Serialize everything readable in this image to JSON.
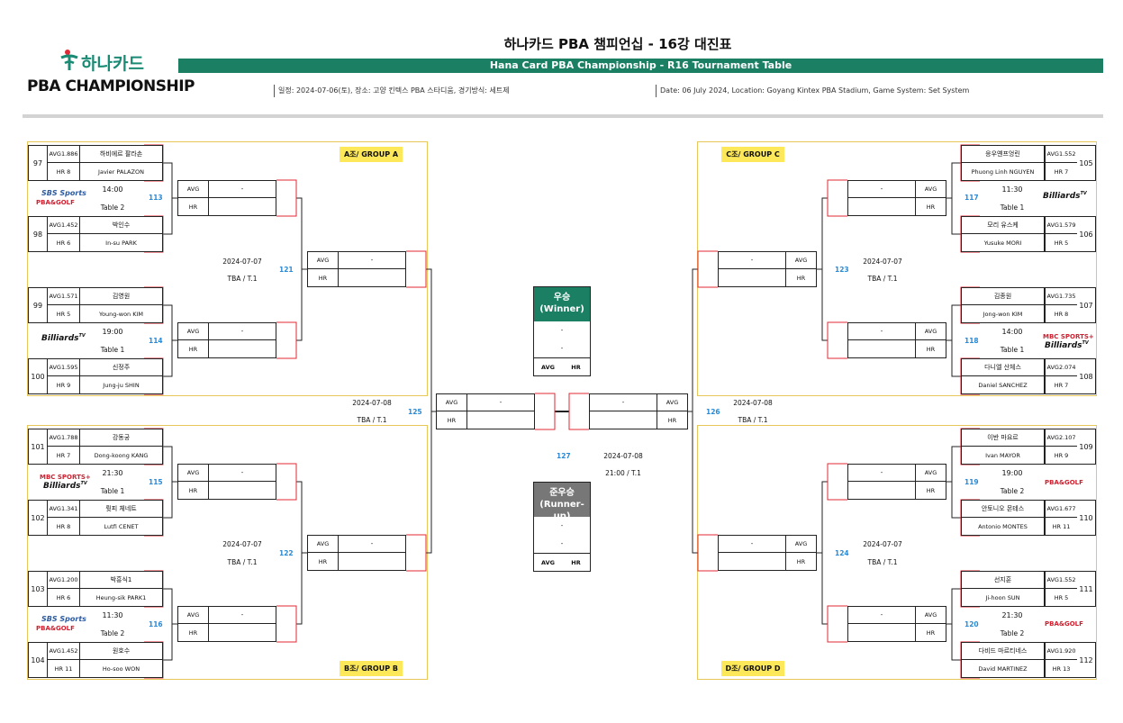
{
  "header": {
    "brand_top": "하나카드",
    "brand_bottom": "PBA CHAMPIONSHIP",
    "title_kr": "하나카드 PBA 챔피언십 - 16강 대진표",
    "title_en": "Hana Card PBA Championship - R16 Tournament Table",
    "info_kr": "일정: 2024-07-06(토), 장소: 고양 킨텍스 PBA 스타디움, 경기방식: 세트제",
    "info_en": "Date: 06 July 2024, Location: Goyang Kintex PBA Stadium, Game System: Set System"
  },
  "groups": {
    "a": "A조/ GROUP A",
    "b": "B조/ GROUP B",
    "c": "C조/ GROUP C",
    "d": "D조/ GROUP D"
  },
  "players": {
    "p97": {
      "num": "97",
      "avg": "AVG1.886",
      "hr": "HR 8",
      "kr": "하비에르 팔라손",
      "en": "Javier PALAZON"
    },
    "p98": {
      "num": "98",
      "avg": "AVG1.452",
      "hr": "HR 6",
      "kr": "박인수",
      "en": "In-su PARK"
    },
    "p99": {
      "num": "99",
      "avg": "AVG1.571",
      "hr": "HR 5",
      "kr": "김영원",
      "en": "Young-won KIM"
    },
    "p100": {
      "num": "100",
      "avg": "AVG1.595",
      "hr": "HR 9",
      "kr": "신정주",
      "en": "Jung-ju SHIN"
    },
    "p101": {
      "num": "101",
      "avg": "AVG1.788",
      "hr": "HR 7",
      "kr": "강동궁",
      "en": "Dong-koong KANG"
    },
    "p102": {
      "num": "102",
      "avg": "AVG1.341",
      "hr": "HR 8",
      "kr": "륏피 체네트",
      "en": "Lutfi CENET"
    },
    "p103": {
      "num": "103",
      "avg": "AVG1.200",
      "hr": "HR 6",
      "kr": "박흥식1",
      "en": "Heung-sik PARK1"
    },
    "p104": {
      "num": "104",
      "avg": "AVG1.452",
      "hr": "HR 11",
      "kr": "원호수",
      "en": "Ho-soo WON"
    },
    "p105": {
      "num": "105",
      "avg": "AVG1.552",
      "hr": "HR 7",
      "kr": "응우옌프엉린",
      "en": "Phuong Linh NGUYEN"
    },
    "p106": {
      "num": "106",
      "avg": "AVG1.579",
      "hr": "HR 5",
      "kr": "모리 유스케",
      "en": "Yusuke MORI"
    },
    "p107": {
      "num": "107",
      "avg": "AVG1.735",
      "hr": "HR 8",
      "kr": "김종원",
      "en": "Jong-won KIM"
    },
    "p108": {
      "num": "108",
      "avg": "AVG2.074",
      "hr": "HR 7",
      "kr": "다니엘 산체스",
      "en": "Daniel SANCHEZ"
    },
    "p109": {
      "num": "109",
      "avg": "AVG2.107",
      "hr": "HR 9",
      "kr": "이반 마요르",
      "en": "Ivan MAYOR"
    },
    "p110": {
      "num": "110",
      "avg": "AVG1.677",
      "hr": "HR 11",
      "kr": "안토니오 몬테스",
      "en": "Antonio MONTES"
    },
    "p111": {
      "num": "111",
      "avg": "AVG1.552",
      "hr": "HR 5",
      "kr": "선지훈",
      "en": "Ji-hoon SUN"
    },
    "p112": {
      "num": "112",
      "avg": "AVG1.920",
      "hr": "HR 13",
      "kr": "다비드 마르티네스",
      "en": "David MARTINEZ"
    }
  },
  "matches": {
    "m113": {
      "no": "113",
      "time": "14:00",
      "table": "Table 2",
      "broadcast": "SBS Sports PBA&GOLF"
    },
    "m114": {
      "no": "114",
      "time": "19:00",
      "table": "Table 1",
      "broadcast": "BilliardsTV"
    },
    "m115": {
      "no": "115",
      "time": "21:30",
      "table": "Table 1",
      "broadcast": "MBC SPORTS+ BilliardsTV"
    },
    "m116": {
      "no": "116",
      "time": "11:30",
      "table": "Table 2",
      "broadcast": "SBS Sports PBA&GOLF"
    },
    "m117": {
      "no": "117",
      "time": "11:30",
      "table": "Table 1",
      "broadcast": "BilliardsTV"
    },
    "m118": {
      "no": "118",
      "time": "14:00",
      "table": "Table 1",
      "broadcast": "MBC SPORTS+ BilliardsTV"
    },
    "m119": {
      "no": "119",
      "time": "19:00",
      "table": "Table 2",
      "broadcast": "PBA&GOLF"
    },
    "m120": {
      "no": "120",
      "time": "21:30",
      "table": "Table 2",
      "broadcast": "PBA&GOLF"
    },
    "m121": {
      "no": "121",
      "date": "2024-07-07",
      "place": "TBA / T.1"
    },
    "m122": {
      "no": "122",
      "date": "2024-07-07",
      "place": "TBA / T.1"
    },
    "m123": {
      "no": "123",
      "date": "2024-07-07",
      "place": "TBA / T.1"
    },
    "m124": {
      "no": "124",
      "date": "2024-07-07",
      "place": "TBA / T.1"
    },
    "m125": {
      "no": "125",
      "date": "2024-07-08",
      "place": "TBA / T.1"
    },
    "m126": {
      "no": "126",
      "date": "2024-07-08",
      "place": "TBA / T.1"
    },
    "m127": {
      "no": "127",
      "date": "2024-07-08",
      "place": "21:00 / T.1"
    }
  },
  "result_box": {
    "avg": "AVG",
    "hr": "HR",
    "dash": "-"
  },
  "final": {
    "winner_kr": "우승",
    "winner_en": "(Winner)",
    "runner_kr": "준우승",
    "runner_en": "(Runner-up)",
    "line": "-",
    "avg": "AVG",
    "hr": "HR",
    "winner_color": "#1a7f63",
    "runner_color": "#777777"
  },
  "broadcast_labels": {
    "sbs": "SBS Sports",
    "pbagolf": "PBA&GOLF",
    "billiards": "Billiards",
    "tv": "TV",
    "mbc": "MBC SPORTS+"
  }
}
